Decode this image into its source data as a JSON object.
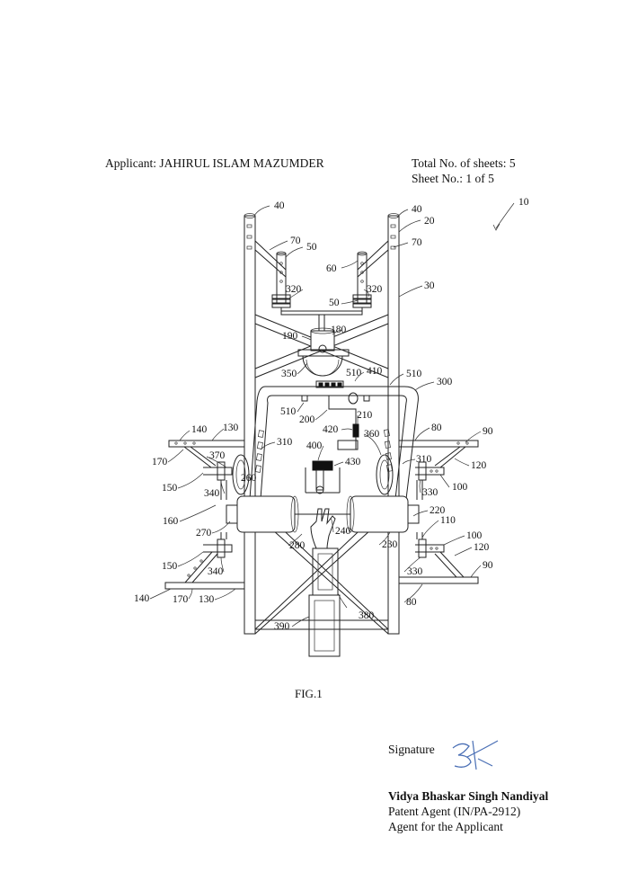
{
  "header": {
    "applicant": "Applicant: JAHIRUL ISLAM MAZUMDER",
    "total_sheets": "Total No. of sheets: 5",
    "sheet_no": "Sheet No.: 1 of 5"
  },
  "figure": {
    "caption": "FIG.1",
    "reference_numerals": [
      "10",
      "20",
      "30",
      "40",
      "40",
      "50",
      "50",
      "60",
      "70",
      "70",
      "80",
      "80",
      "90",
      "90",
      "100",
      "100",
      "110",
      "120",
      "120",
      "130",
      "130",
      "140",
      "140",
      "150",
      "150",
      "160",
      "170",
      "170",
      "180",
      "190",
      "200",
      "210",
      "220",
      "230",
      "240",
      "260",
      "270",
      "280",
      "300",
      "310",
      "310",
      "320",
      "320",
      "330",
      "330",
      "340",
      "340",
      "350",
      "360",
      "370",
      "380",
      "390",
      "400",
      "410",
      "420",
      "430",
      "510",
      "510",
      "510"
    ]
  },
  "signature_block": {
    "label": "Signature",
    "agent_name": "Vidya Bhaskar Singh Nandiyal",
    "agent_registration": "Patent Agent (IN/PA-2912)",
    "agent_role": "Agent for the Applicant"
  },
  "colors": {
    "ink": "#111111",
    "paper": "#ffffff",
    "signature_ink": "#4a6fb5"
  }
}
